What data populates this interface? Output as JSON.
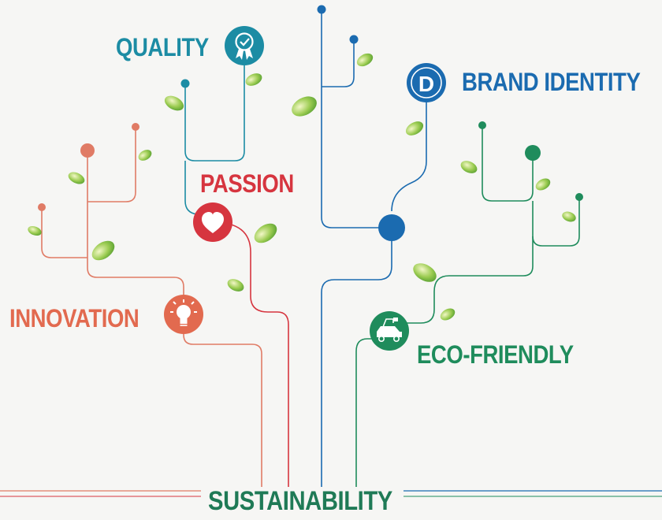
{
  "labels": {
    "quality": "QUALITY",
    "brand_identity": "BRAND IDENTITY",
    "passion": "PASSION",
    "innovation": "INNOVATION",
    "eco_friendly": "ECO-FRIENDLY",
    "root": "SUSTAINABILITY"
  },
  "brand_badge_letter": "D",
  "icons": {
    "quality": "award-ribbon-icon",
    "brand_identity": "letter-d-icon",
    "passion": "heart-icon",
    "innovation": "lightbulb-icon",
    "eco_friendly": "electric-car-icon"
  },
  "colors": {
    "quality": "#1c8ca4",
    "brand_identity": "#1b6bb0",
    "passion": "#d6353f",
    "innovation": "#e26a4f",
    "eco_friendly": "#1f8c5c",
    "root": "#1f7a56",
    "leaf": "#6bb33b"
  }
}
